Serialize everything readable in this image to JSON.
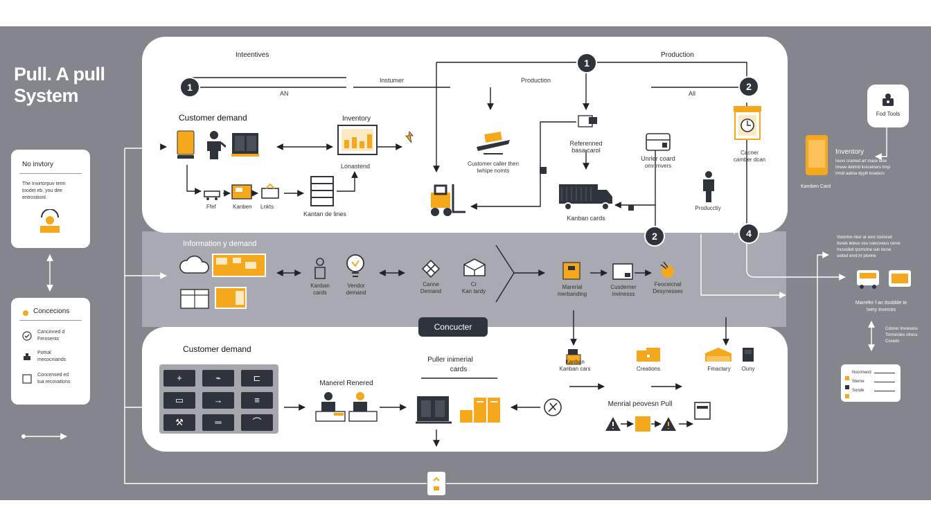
{
  "title": "Pull. A pull System",
  "colors": {
    "accent": "#f5a81c",
    "dark": "#2f333b",
    "bg": "#85868d",
    "band": "#a9aab1"
  },
  "top": {
    "incentives": "Inteentives",
    "production_top": "Production",
    "instumer": "Instumer",
    "production_mid": "Production",
    "an": "AN",
    "all": "All",
    "customer_demand": "Customer demand",
    "inventory": "Inventory",
    "lonastend": "Lonastend",
    "customer_caller": "Customer caller then",
    "customer_caller2": "lwhipe nomts",
    "referenced": "Referenned",
    "referenced2": "basa carol",
    "under_card": "Unrler coard",
    "under_card2": "omr rnvers",
    "customer_right": "Cacner",
    "customer_right2": "camber dcan",
    "productivity": "Producctiy",
    "kanban_cards": "Kanban cards",
    "kanban_de_lines": "Kantan de lines",
    "ffef": "Ffef",
    "kanban_small": "Kanben",
    "lnkts": "Lnkts",
    "num1a": "1",
    "num1b": "1",
    "num2a": "2",
    "num2b": "2",
    "num4": "4"
  },
  "middle": {
    "label": "Information y demand",
    "kanban_cards": "Kanban",
    "kanban_cards2": "cards",
    "vendor_demand": "Vendor",
    "vendor_demand2": "demand",
    "canne_demand": "Canne",
    "canne_demand2": "Demand",
    "kan_tardy": "Cr",
    "kan_tardy2": "Kan tardy",
    "material_handling": "Marerial",
    "material_handling2": "merbanding",
    "customer_inviness": "Cusderner",
    "customer_inviness2": "invinesss",
    "feoceicnal": "Feoceicnal",
    "feoceicnal2": "Desynesses",
    "connector": "Concucter"
  },
  "bottom": {
    "customer_demand": "Customer demand",
    "material_rendered": "Manerel Renered",
    "puller_title": "Puller inimerial",
    "puller_title2": "cards",
    "kanban_cars": "Kanban",
    "kanban_cars2": "Kanban cars",
    "creations": "Creations",
    "fmactary": "Fmactary",
    "ouny": "Ouny",
    "material_process": "Menrial peovesn Pull"
  },
  "left": {
    "no_inventory": "No invtory",
    "no_inventory_text": [
      "The Invirtorpuv term",
      "toodet eb, you dee",
      "entrositionl."
    ],
    "concessions": "Concecions",
    "items": [
      "Cancinned d",
      "Ferosents",
      "Potrial",
      "mecocniands",
      "Concensed ed",
      "tua recovations"
    ]
  },
  "right": {
    "food_tools": "Fod Tools",
    "inventory": "Inventory",
    "inventory_text": [
      "Iouvc cramed art mace lane",
      "Imave deirind liceseiners Irnyi",
      "Irmid aatina dpyih boaders"
    ],
    "kanban_card": "Kamben Card",
    "desc_text": [
      "Vorertne riesr ar eorc tostnrad",
      "Itsnek leteus ceu coecoveus cerse",
      "Incsoded rpomctne sun tecse",
      "sotted ennt:hr ptonne"
    ],
    "maneuver": "Marrefer f an Itsobble te",
    "maneuver2": "Ivery Invrrces",
    "cust_text": [
      "Cdoner Invresess",
      "Tormerdes ofrecs",
      "Coseds"
    ],
    "list": [
      "Nocrmend",
      "Sterne",
      "Sonde"
    ]
  }
}
